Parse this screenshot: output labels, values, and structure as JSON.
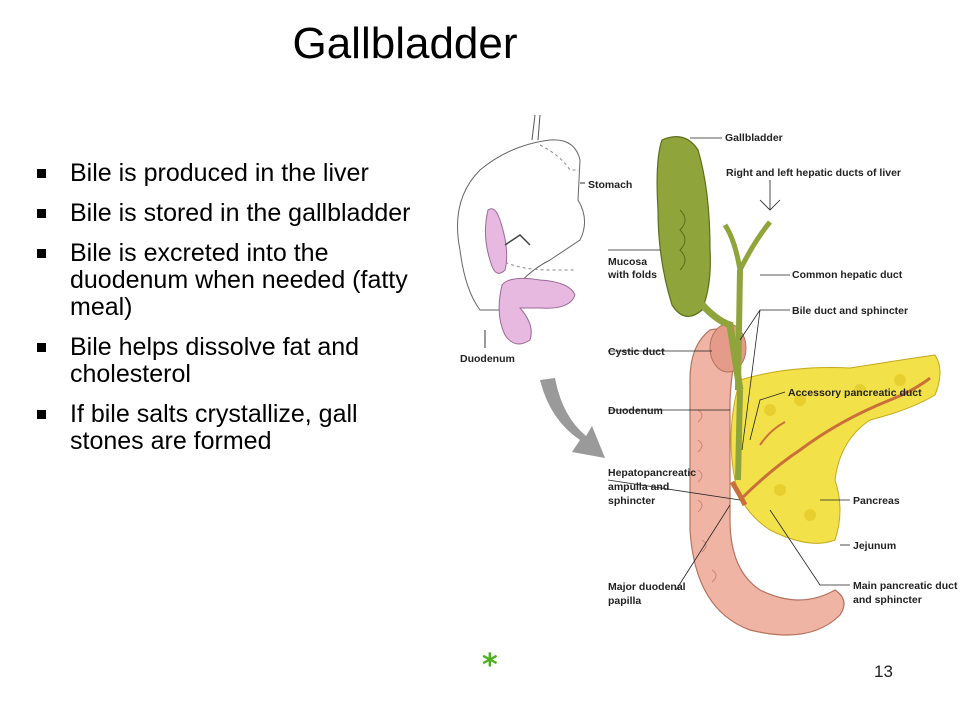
{
  "slide": {
    "title": "Gallbladder",
    "bullets": [
      "Bile is produced in the liver",
      "Bile is stored in the gallbladder",
      "Bile is excreted into the duodenum when needed (fatty meal)",
      "Bile helps dissolve fat and cholesterol",
      "If bile salts crystallize, gall stones are formed"
    ],
    "asterisk": "*",
    "page_number": "13"
  },
  "diagram": {
    "labels": {
      "stomach": "Stomach",
      "duodenum_small": "Duodenum",
      "gallbladder": "Gallbladder",
      "hepatic_ducts_1": "Right and left hepatic ducts of liver",
      "mucosa_1": "Mucosa",
      "mucosa_2": "with folds",
      "common_hepatic": "Common hepatic duct",
      "bile_duct": "Bile duct and sphincter",
      "cystic_duct": "Cystic duct",
      "accessory": "Accessory pancreatic duct",
      "duodenum": "Duodenum",
      "hepato_1": "Hepatopancreatic",
      "hepato_2": "ampulla and",
      "hepato_3": "sphincter",
      "pancreas": "Pancreas",
      "jejunum": "Jejunum",
      "papilla_1": "Major duodenal",
      "papilla_2": "papilla",
      "main_duct_1": "Main pancreatic duct",
      "main_duct_2": "and sphincter"
    }
  },
  "colors": {
    "gallbladder": "#8fa43a",
    "pancreas": "#f3e14a",
    "duodenum": "#f0b4a4",
    "stomach_outline_fill": "#e8b9e0",
    "arrow": "#9a9a9a",
    "asterisk": "#4caf1d"
  }
}
